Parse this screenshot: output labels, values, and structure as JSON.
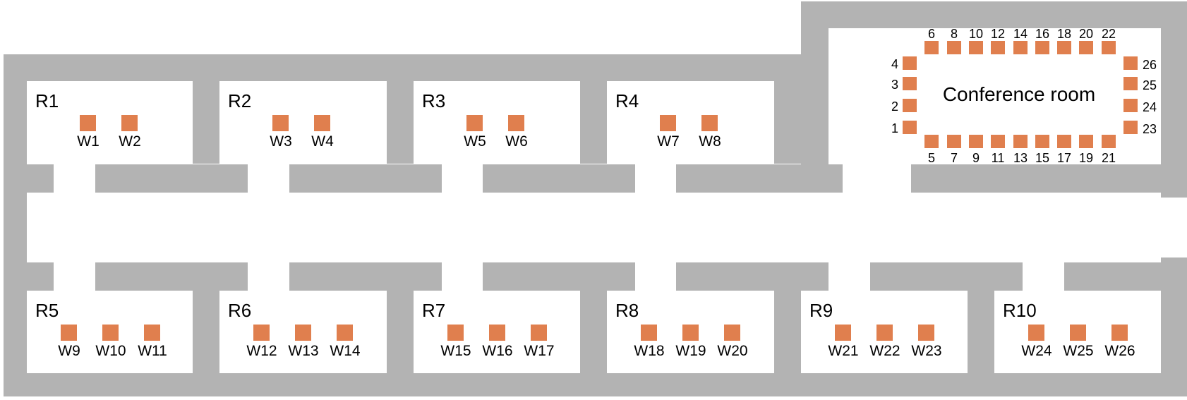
{
  "colors": {
    "wall": "#b3b3b3",
    "workstation": "#e07f4e",
    "floor": "#ffffff",
    "text": "#000000"
  },
  "rooms": [
    {
      "id": "R1",
      "label": "R1",
      "workstations": [
        "W1",
        "W2"
      ]
    },
    {
      "id": "R2",
      "label": "R2",
      "workstations": [
        "W3",
        "W4"
      ]
    },
    {
      "id": "R3",
      "label": "R3",
      "workstations": [
        "W5",
        "W6"
      ]
    },
    {
      "id": "R4",
      "label": "R4",
      "workstations": [
        "W7",
        "W8"
      ]
    },
    {
      "id": "R5",
      "label": "R5",
      "workstations": [
        "W9",
        "W10",
        "W11"
      ]
    },
    {
      "id": "R6",
      "label": "R6",
      "workstations": [
        "W12",
        "W13",
        "W14"
      ]
    },
    {
      "id": "R7",
      "label": "R7",
      "workstations": [
        "W15",
        "W16",
        "W17"
      ]
    },
    {
      "id": "R8",
      "label": "R8",
      "workstations": [
        "W18",
        "W19",
        "W20"
      ]
    },
    {
      "id": "R9",
      "label": "R9",
      "workstations": [
        "W21",
        "W22",
        "W23"
      ]
    },
    {
      "id": "R10",
      "label": "R10",
      "workstations": [
        "W24",
        "W25",
        "W26"
      ]
    }
  ],
  "conference_room": {
    "label": "Conference room",
    "seats_top": [
      "6",
      "8",
      "10",
      "12",
      "14",
      "16",
      "18",
      "20",
      "22"
    ],
    "seats_bottom": [
      "5",
      "7",
      "9",
      "11",
      "13",
      "15",
      "17",
      "19",
      "21"
    ],
    "seats_left": [
      "4",
      "3",
      "2",
      "1"
    ],
    "seats_right": [
      "26",
      "25",
      "24",
      "23"
    ]
  }
}
